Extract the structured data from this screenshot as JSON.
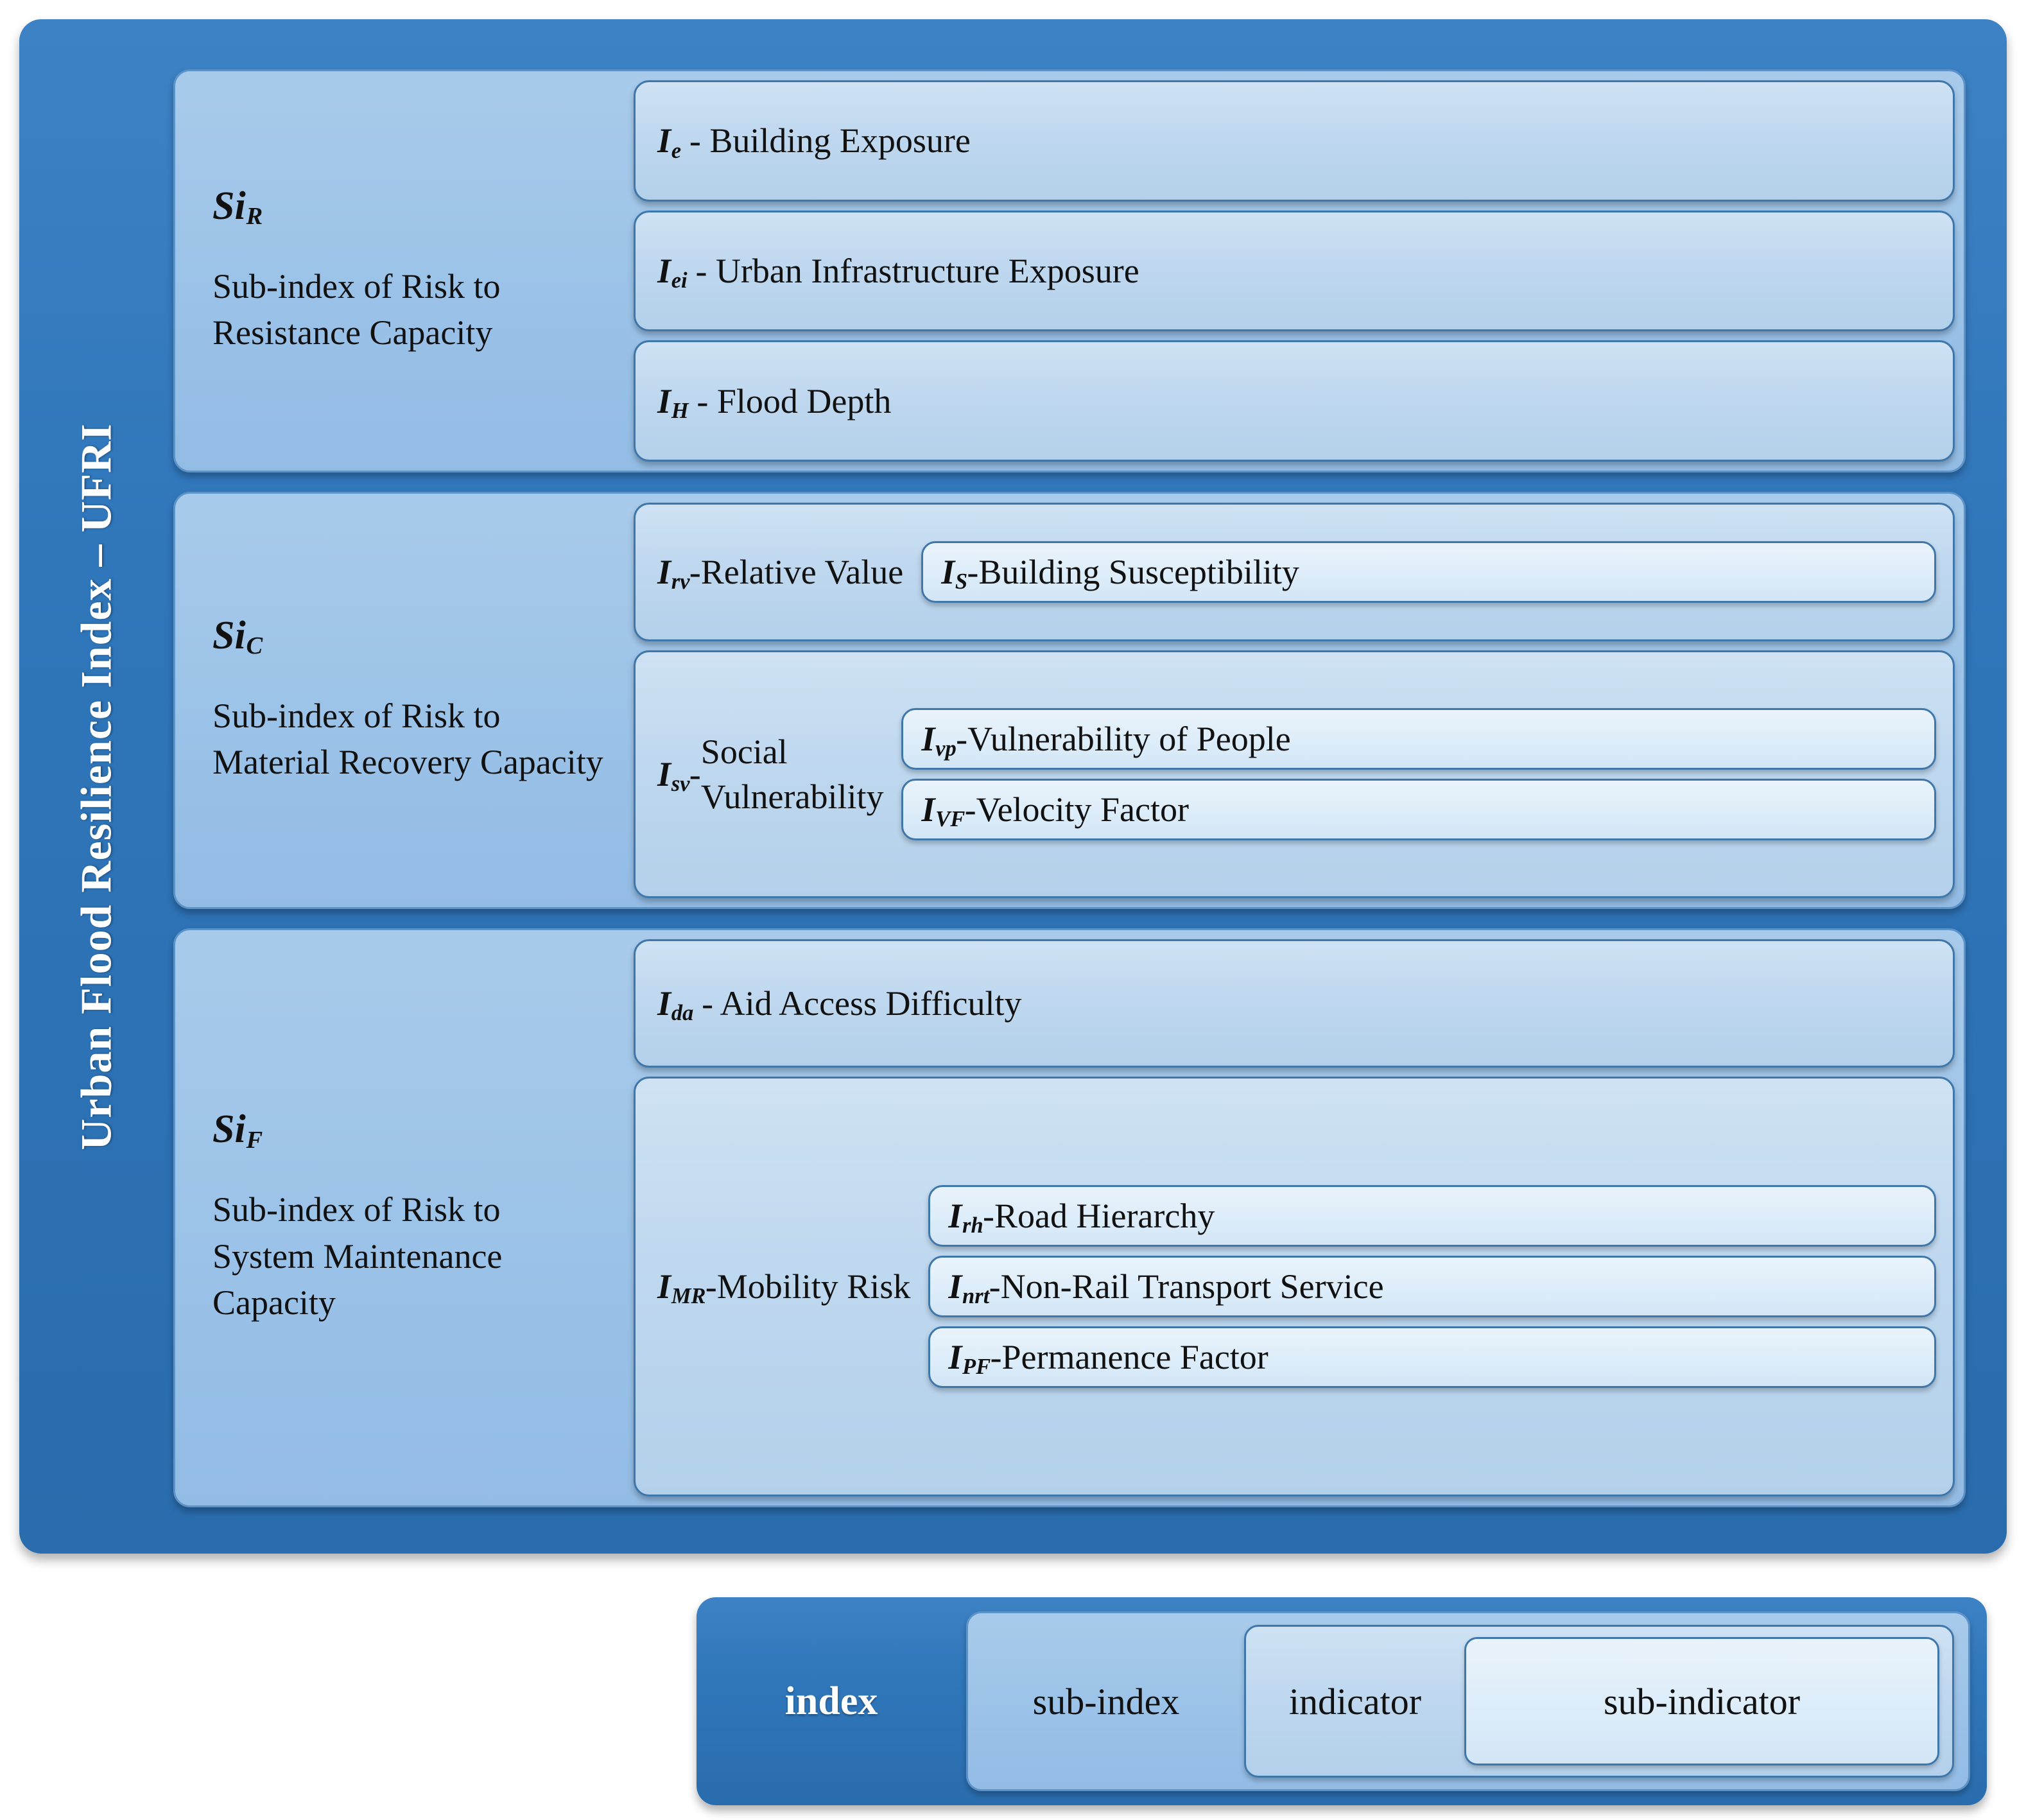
{
  "index": {
    "title": "Urban Flood Resilience Index – UFRI",
    "color": "#2f76ba"
  },
  "colors": {
    "index": "#2f76ba",
    "sub_index": "#9cc3e8",
    "indicator": "#bfd8ef",
    "sub_indicator": "#dfeefa",
    "border": "#3f77ab",
    "text": "#111111",
    "index_text": "#ffffff"
  },
  "sub_indexes": [
    {
      "symbol": "Si",
      "symbol_sub": "R",
      "description": "Sub-index of Risk to Resistance Capacity",
      "indicators": [
        {
          "symbol": "I",
          "symbol_sub": "e",
          "label": "Building Exposure",
          "sub_indicators": []
        },
        {
          "symbol": "I",
          "symbol_sub": "ei",
          "label": "Urban Infrastructure Exposure",
          "sub_indicators": []
        },
        {
          "symbol": "I",
          "symbol_sub": "H",
          "label": "Flood Depth",
          "sub_indicators": []
        }
      ]
    },
    {
      "symbol": "Si",
      "symbol_sub": "C",
      "description": "Sub-index of Risk to Material Recovery Capacity",
      "indicators": [
        {
          "symbol": "I",
          "symbol_sub": "rv",
          "label": "Relative Value",
          "sub_indicators": [
            {
              "symbol": "I",
              "symbol_sub": "S",
              "label": "Building Susceptibility"
            }
          ]
        },
        {
          "symbol": "I",
          "symbol_sub": "sv",
          "label": "Social\nVulnerability",
          "sub_indicators": [
            {
              "symbol": "I",
              "symbol_sub": "vp",
              "label": "Vulnerability of People"
            },
            {
              "symbol": "I",
              "symbol_sub": "VF",
              "label": "Velocity Factor"
            }
          ]
        }
      ]
    },
    {
      "symbol": "Si",
      "symbol_sub": "F",
      "description": "Sub-index of Risk to System Maintenance Capacity",
      "indicators": [
        {
          "symbol": "I",
          "symbol_sub": "da",
          "label": "Aid Access Difficulty",
          "sub_indicators": []
        },
        {
          "symbol": "I",
          "symbol_sub": "MR",
          "label": "Mobility Risk",
          "sub_indicators": [
            {
              "symbol": "I",
              "symbol_sub": "rh",
              "label": "Road Hierarchy"
            },
            {
              "symbol": "I",
              "symbol_sub": "nrt",
              "label": "Non-Rail Transport Service"
            },
            {
              "symbol": "I",
              "symbol_sub": "PF",
              "label": "Permanence Factor"
            }
          ]
        }
      ]
    }
  ],
  "legend": {
    "index": "index",
    "sub_index": "sub-index",
    "indicator": "indicator",
    "sub_indicator": "sub-indicator"
  },
  "separator": " - "
}
